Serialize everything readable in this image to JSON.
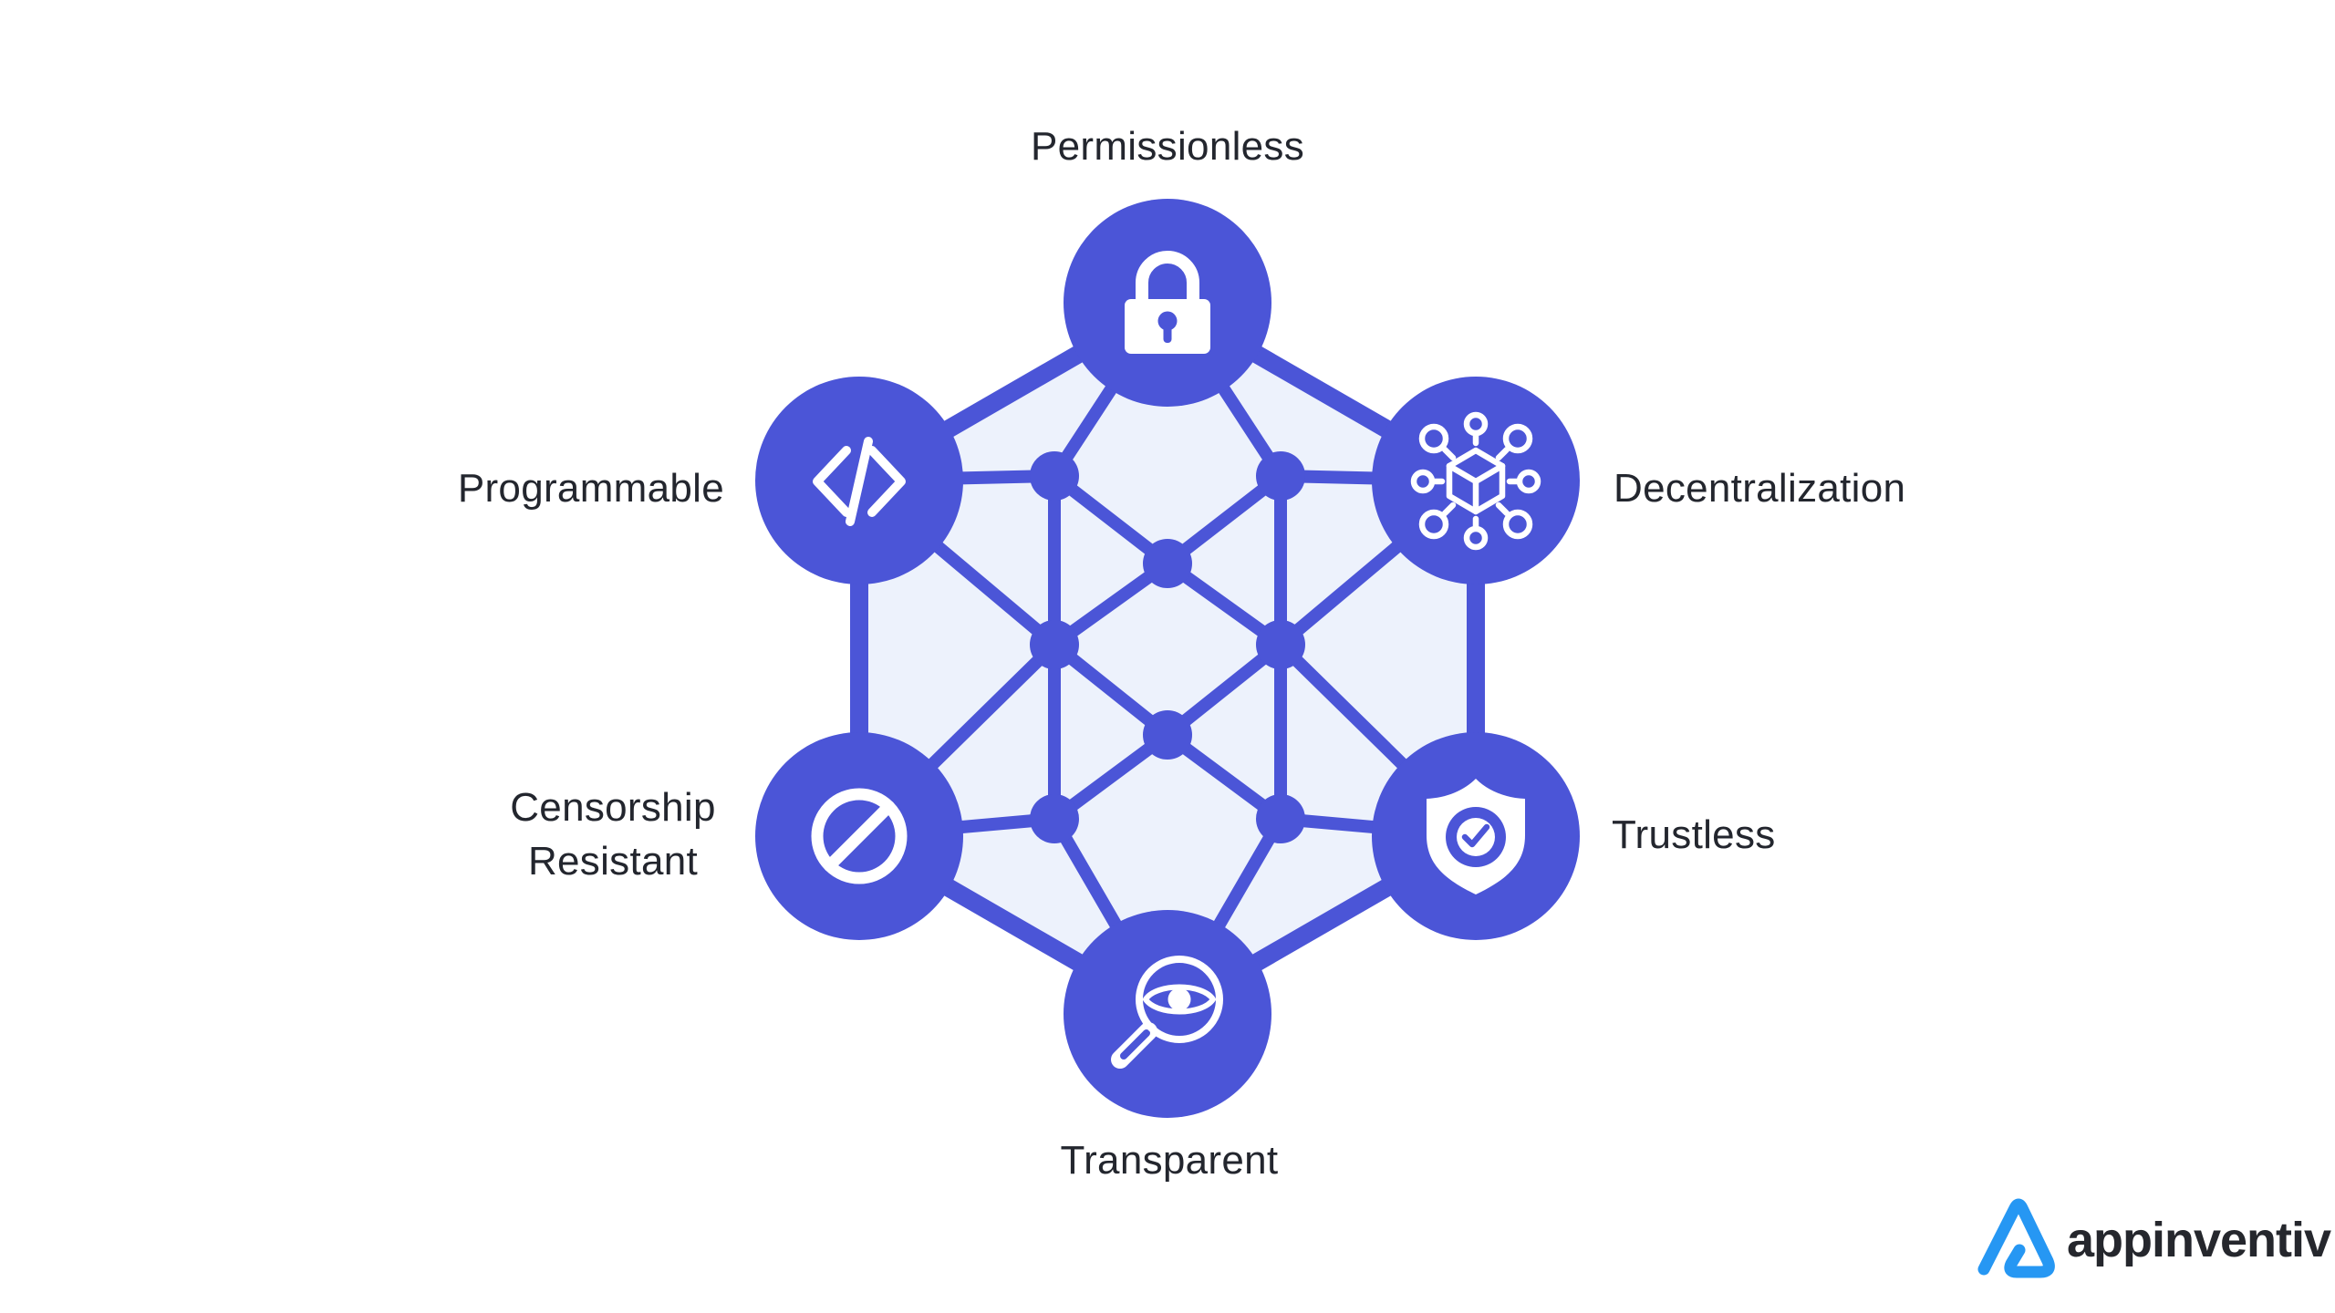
{
  "diagram": {
    "title_hint": "blockchain-features-network",
    "nodes": {
      "permissionless": {
        "label": "Permissionless",
        "icon": "lock-icon"
      },
      "programmable": {
        "label": "Programmable",
        "icon": "code-icon"
      },
      "decentralization": {
        "label": "Decentralization",
        "icon": "network-cube-icon"
      },
      "censorship_resistant": {
        "label_line1": "Censorship",
        "label_line2": "Resistant",
        "icon": "prohibited-icon"
      },
      "trustless": {
        "label": "Trustless",
        "icon": "shield-check-icon"
      },
      "transparent": {
        "label": "Transparent",
        "icon": "magnifier-eye-icon"
      }
    },
    "colors": {
      "node_blue": "#4B55D7",
      "inner_fill": "#EDF2FC",
      "icon_white": "#FFFFFF",
      "label_text": "#23262E",
      "background": "#FFFFFF"
    }
  },
  "logo": {
    "brand": "appinventiv",
    "mark_color": "#2697F3",
    "text_color": "#25272D"
  }
}
